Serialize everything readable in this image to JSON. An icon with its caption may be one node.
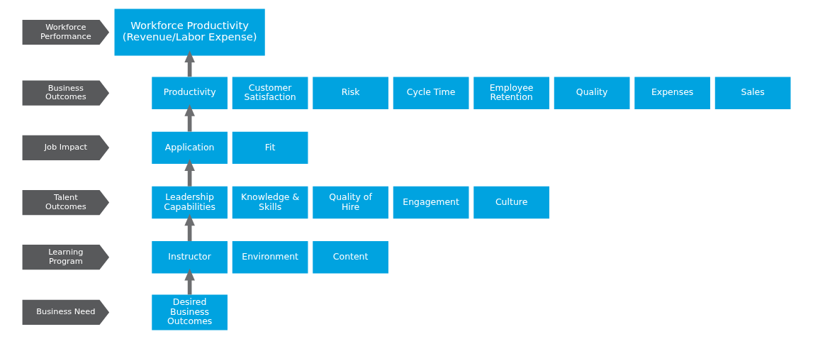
{
  "diagram": {
    "nodes": [
      {
        "text": [
          "Workforce Performance"
        ]
      },
      {
        "text": [
          "Workforce Productivity (Revenue/Labor Expense)"
        ]
      },
      {
        "text": [
          "Business Outcomes"
        ]
      },
      {
        "text": [
          "Sales"
        ]
      },
      {
        "text": [
          "Expenses"
        ]
      },
      {
        "text": [
          "Quality"
        ]
      },
      {
        "text": [
          "Productivity"
        ]
      },
      {
        "text": [
          "Customer Satisfaction"
        ]
      },
      {
        "text": [
          "Risk"
        ]
      },
      {
        "text": [
          "Cycle Time"
        ]
      },
      {
        "text": [
          "Employee Retention"
        ]
      },
      {
        "text": [
          "Job Impact"
        ]
      },
      {
        "text": [
          "Application"
        ]
      },
      {
        "text": [
          "Fit"
        ]
      },
      {
        "text": [
          "Talent Outcomes"
        ]
      },
      {
        "text": [
          "Culture"
        ]
      },
      {
        "text": [
          "Engagement"
        ]
      },
      {
        "text": [
          "Leadership Capabilities"
        ]
      },
      {
        "text": [
          "Knowledge & Skills"
        ]
      },
      {
        "text": [
          "Quality of Hire"
        ]
      },
      {
        "text": [
          "Learning Program"
        ]
      },
      {
        "text": [
          "Content"
        ]
      },
      {
        "text": [
          "Instructor"
        ]
      },
      {
        "text": [
          "Environment"
        ]
      },
      {
        "text": [
          "Business Need"
        ]
      },
      {
        "text": [
          "Desired Business Outcomes"
        ]
      }
    ],
    "edges": [
      {
        "from": 25,
        "to": 22,
        "arrow": "to"
      },
      {
        "from": 22,
        "to": 17,
        "arrow": "to"
      },
      {
        "from": 17,
        "to": 12,
        "arrow": "to"
      },
      {
        "from": 12,
        "to": 6,
        "arrow": "to"
      },
      {
        "from": 6,
        "to": 1,
        "arrow": "to"
      }
    ]
  }
}
